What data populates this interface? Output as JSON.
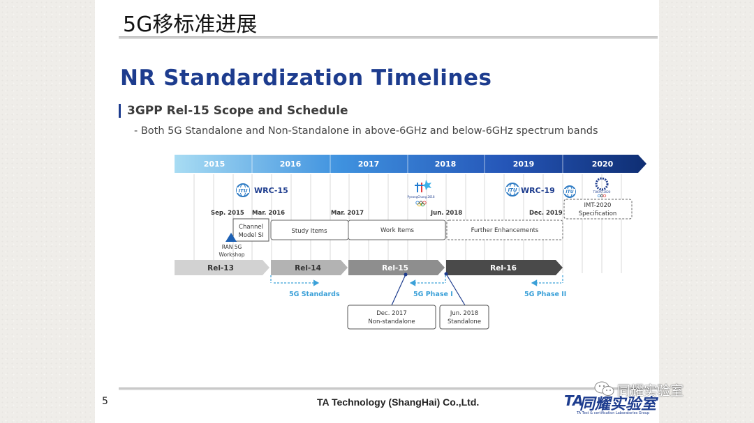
{
  "slide": {
    "title": "5G移标准进展",
    "main_title": "NR Standardization Timelines",
    "subtitle": "3GPP Rel-15 Scope and Schedule",
    "sub_text": "- Both 5G Standalone and Non-Standalone in above-6GHz and below-6GHz spectrum bands"
  },
  "timeline": {
    "years": [
      "2015",
      "2016",
      "2017",
      "2018",
      "2019",
      "2020"
    ],
    "events": [
      {
        "label": "WRC-15"
      },
      {
        "label": "WRC-19"
      },
      {
        "label": "PyeongChang 2018"
      },
      {
        "label": "TOKYO 2020"
      }
    ],
    "dates": [
      "Sep. 2015",
      "Mar. 2016",
      "Mar. 2017",
      "Jun. 2018",
      "Dec. 2019"
    ],
    "phases": [
      {
        "label": "Channel Model SI",
        "lines": [
          "Channel",
          "Model SI"
        ]
      },
      {
        "label": "Study Items"
      },
      {
        "label": "Work Items"
      },
      {
        "label": "Further Enhancements"
      },
      {
        "label": "IMT-2020 Specification",
        "lines": [
          "IMT-2020",
          "Specification"
        ]
      }
    ],
    "workshop": {
      "lines": [
        "RAN 5G",
        "Workshop"
      ]
    },
    "releases": [
      "Rel-13",
      "Rel-14",
      "Rel-15",
      "Rel-16"
    ],
    "standards": [
      "5G Standards",
      "5G Phase I",
      "5G Phase II"
    ],
    "milestones": [
      {
        "lines": [
          "Dec. 2017",
          "Non-standalone"
        ]
      },
      {
        "lines": [
          "Jun. 2018",
          "Standalone"
        ]
      }
    ]
  },
  "footer": {
    "page_number": "5",
    "company": "TA Technology (ShangHai) Co.,Ltd.",
    "logo_mark": "TA",
    "logo_text": "同耀实验室",
    "logo_subtext": "TA Test & certification Laboratories Group"
  },
  "watermark": {
    "text": "同耀实验室"
  },
  "colors": {
    "title_blue": "#1d3c8e",
    "year_bar_start": "#a8dcf3",
    "year_bar_end": "#0f2e73",
    "release_dark": "#4a4a4a",
    "release_light": "#c9c9c9",
    "dashed_blue": "#3aa0d8",
    "itu_blue": "#2f7cc4"
  }
}
